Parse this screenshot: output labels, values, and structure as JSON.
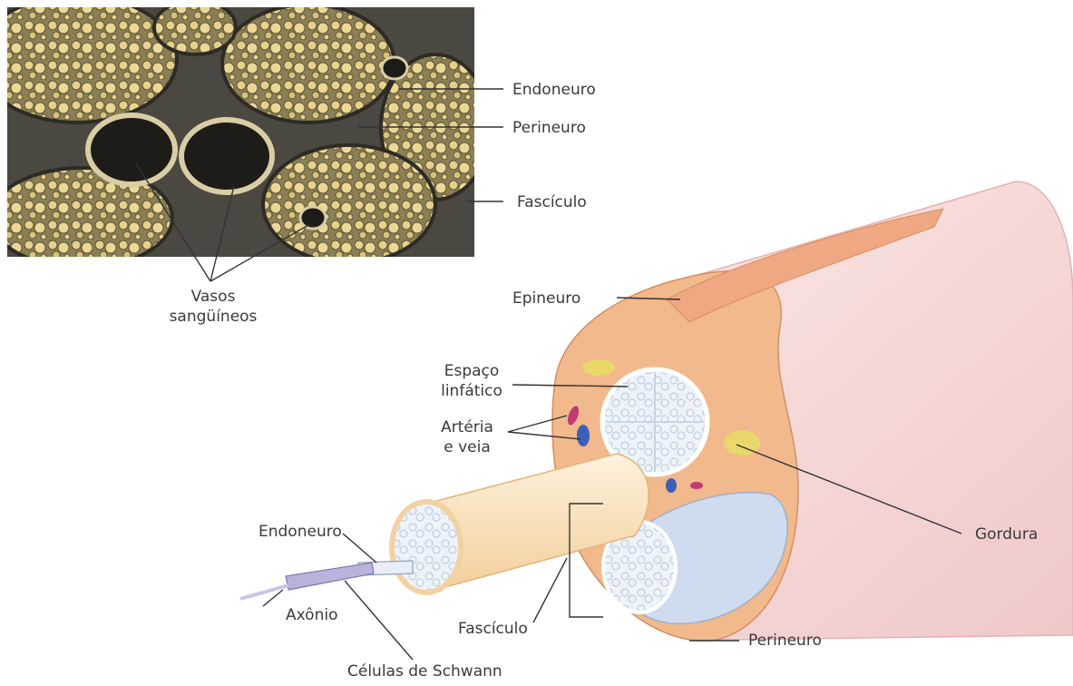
{
  "micrograph": {
    "labels": {
      "endoneuro": "Endoneuro",
      "perineuro": "Perineuro",
      "fasciculo": "Fascículo",
      "vasos_line1": "Vasos",
      "vasos_line2": "sangüíneos"
    }
  },
  "illustration": {
    "labels": {
      "epineuro": "Epineuro",
      "espaco_line1": "Espaço",
      "espaco_line2": "linfático",
      "arteria_line1": "Artéria",
      "arteria_line2": "e veia",
      "gordura": "Gordura",
      "endoneuro": "Endoneuro",
      "axonio": "Axônio",
      "fasciculo": "Fascículo",
      "perineuro": "Perineuro",
      "celulas": "Células de Schwann"
    }
  },
  "colors": {
    "micrograph_bg": "#4a4840",
    "fiber": "#e7d08a",
    "nerve_skin": "#f5d8d6",
    "epineurium": "#f2b98d",
    "fascicle_blue": "#dfe8f4",
    "vein": "#3d5fb8",
    "artery": "#c13a73",
    "fat": "#e9d76a"
  }
}
